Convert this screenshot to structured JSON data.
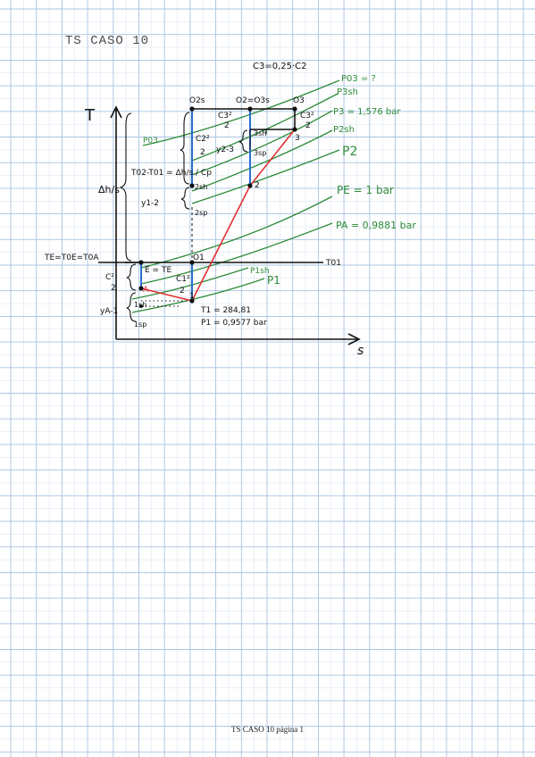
{
  "page": {
    "header": "TS CASO 10",
    "footer": "TS CASO 10 página 1"
  },
  "diagram": {
    "axes": {
      "y": "T",
      "x": "s"
    },
    "note_top": "C3=0,25·C2",
    "pressure_labels": {
      "p03": "P03 = ?",
      "p3sh": "P3sh",
      "p3": "P3 = 1,576 bar",
      "p2sh": "P2sh",
      "p2": "P2",
      "pE": "PE = 1 bar",
      "pA": "PA = 0,9881 bar",
      "p1sh": "P1sh",
      "p1": "P1",
      "p03_left": "P03"
    },
    "state_labels": {
      "o2s": "O2s",
      "o2_o3s": "O2=O3s",
      "o3": "O3",
      "s3": "3",
      "s3sh": "3sh",
      "s3sp": "3sp",
      "s2": "2",
      "s2sh": "2sh",
      "s2sp": "2sp",
      "o1": "O1",
      "e_te": "E = TE",
      "a": "A",
      "s1": "1",
      "s1sh": "1sh",
      "s1sp": "1sp",
      "to1": "T01"
    },
    "annotations": {
      "c3sq_top": "C3²",
      "c3sq_top_den": "2",
      "c3sq_right": "C3²",
      "c3sq_right_den": "2",
      "c2sq": "C2²",
      "c2sq_den": "2",
      "dh": "Δh/s",
      "to2_to1": "T02-T01 = Δh/s / Cp",
      "y12": "y1-2",
      "y23": "y2-3",
      "c1sq": "C1²",
      "c1sq_den": "2",
      "c_left": "C²",
      "c_left_den": "2",
      "ya1": "yA-1",
      "te_eq": "TE=T0E=T0A",
      "t1": "T1 = 284,81",
      "p1val": "P1 = 0,9577 bar"
    },
    "colors": {
      "black": "#111111",
      "green": "#2e8b3a",
      "red": "#e03030",
      "blue": "#2a6fd0",
      "grid": "#aac4e0",
      "gridfine": "#d4e2f2"
    }
  }
}
